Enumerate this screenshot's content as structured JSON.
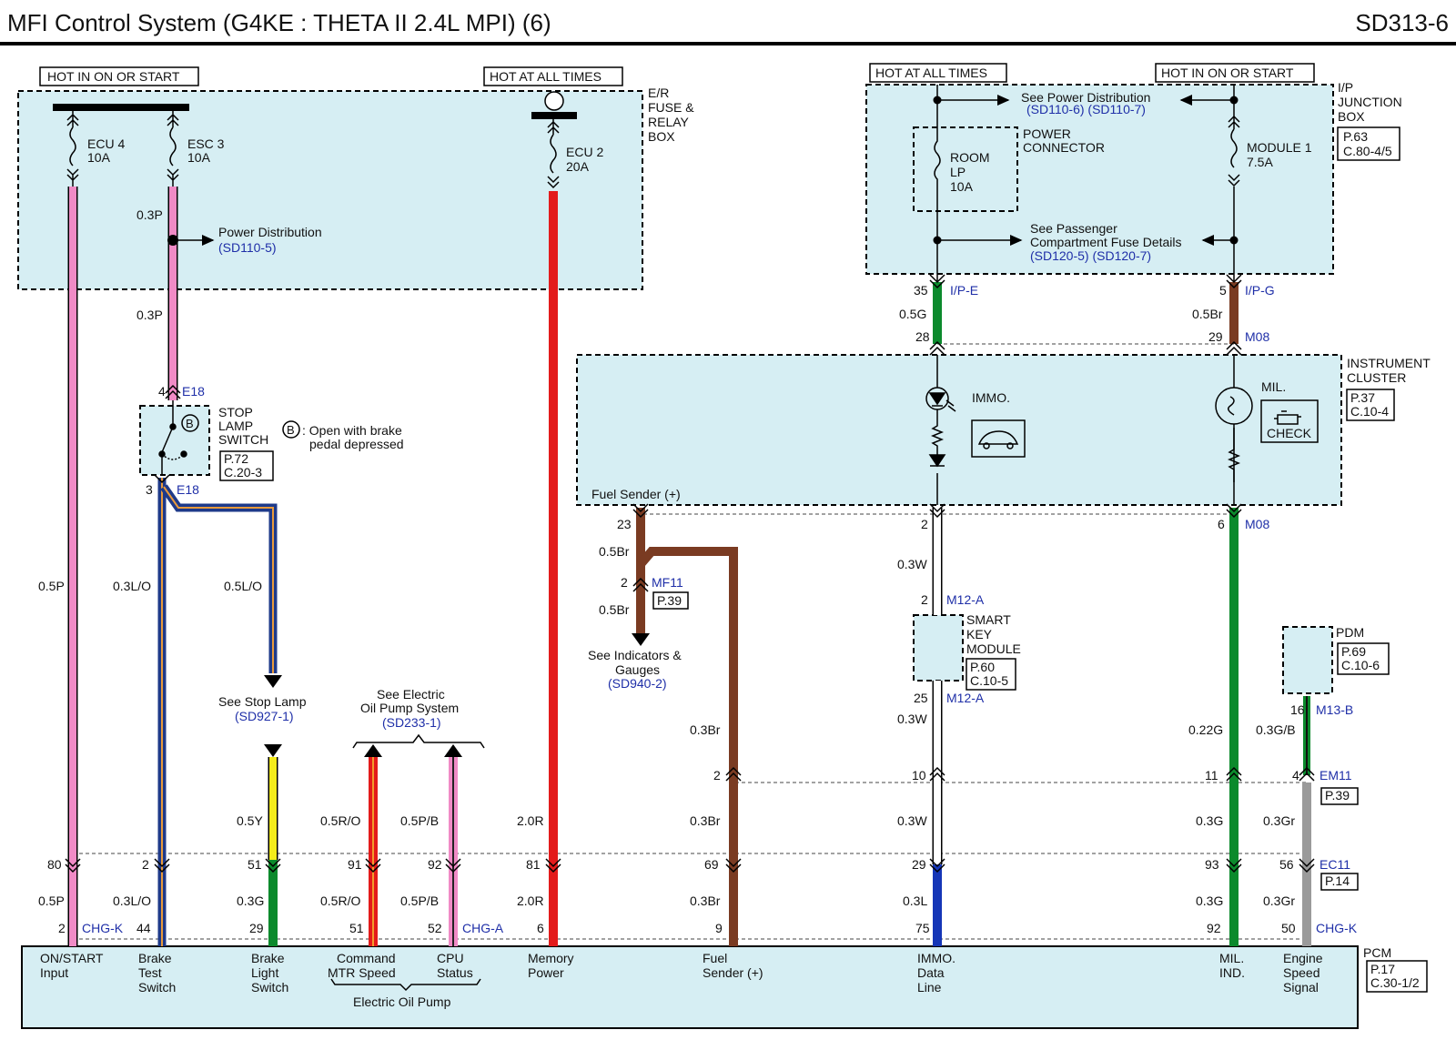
{
  "header": {
    "title": "MFI Control System (G4KE : THETA II 2.4L MPI) (6)",
    "code": "SD313-6"
  },
  "hot": {
    "left": "HOT IN ON OR START",
    "mid": "HOT AT ALL TIMES",
    "ip_left": "HOT AT ALL TIMES",
    "ip_right": "HOT IN ON OR START"
  },
  "er_box": {
    "l1": "E/R",
    "l2": "FUSE &",
    "l3": "RELAY",
    "l4": "BOX"
  },
  "fuses": {
    "ecu4_name": "ECU 4",
    "ecu4_rating": "10A",
    "esc3_name": "ESC 3",
    "esc3_rating": "10A",
    "ecu2_name": "ECU 2",
    "ecu2_rating": "20A",
    "room_l1": "ROOM",
    "room_l2": "LP",
    "room_l3": "10A",
    "mod_name": "MODULE 1",
    "mod_rating": "7.5A"
  },
  "ip_box": {
    "l1": "I/P",
    "l2": "JUNCTION",
    "l3": "BOX",
    "ref1": "P.63",
    "ref2": "C.80-4/5",
    "see_power": "See Power Distribution",
    "see_power_ref": "(SD110-6) (SD110-7)",
    "power_conn_1": "POWER",
    "power_conn_2": "CONNECTOR",
    "see_pass_1": "See Passenger",
    "see_pass_2": "Compartment Fuse Details",
    "see_pass_ref": "(SD120-5) (SD120-7)"
  },
  "power_dist": {
    "label": "Power Distribution",
    "ref": "(SD110-5)"
  },
  "stop_switch": {
    "l1": "STOP",
    "l2": "LAMP",
    "l3": "SWITCH",
    "ref1": "P.72",
    "ref2": "C.20-3",
    "b_symbol": "B",
    "note1": ": Open with brake",
    "note2": "pedal depressed"
  },
  "cluster": {
    "l1": "INSTRUMENT",
    "l2": "CLUSTER",
    "ref1": "P.37",
    "ref2": "C.10-4",
    "immo": "IMMO.",
    "mil": "MIL.",
    "check": "CHECK",
    "fuel_sender": "Fuel Sender (+)"
  },
  "smart_key": {
    "l1": "SMART",
    "l2": "KEY",
    "l3": "MODULE",
    "ref1": "P.60",
    "ref2": "C.10-5"
  },
  "pdm": {
    "name": "PDM",
    "ref1": "P.69",
    "ref2": "C.10-6"
  },
  "see": {
    "stop_1": "See Stop Lamp",
    "stop_ref": "(SD927-1)",
    "eop_1": "See Electric",
    "eop_2": "Oil Pump System",
    "eop_ref": "(SD233-1)",
    "ind_1": "See Indicators &",
    "ind_2": "Gauges",
    "ind_ref": "(SD940-2)"
  },
  "wires": {
    "p05": "0.5P",
    "p03": "0.3P",
    "lo03": "0.3L/O",
    "lo05": "0.5L/O",
    "y05": "0.5Y",
    "g03": "0.3G",
    "ro05": "0.5R/O",
    "pb05": "0.5P/B",
    "r20": "2.0R",
    "br05": "0.5Br",
    "br03": "0.3Br",
    "w03": "0.3W",
    "l03": "0.3L",
    "g05": "0.5G",
    "g022": "0.22G",
    "gb03": "0.3G/B",
    "gr03": "0.3Gr"
  },
  "conn": {
    "e18": "E18",
    "mf11": "MF11",
    "mf11_ref": "P.39",
    "ipe": "I/P-E",
    "ipg": "I/P-G",
    "m08": "M08",
    "m12a": "M12-A",
    "m13b": "M13-B",
    "em11": "EM11",
    "em11_ref": "P.39",
    "ec11": "EC11",
    "ec11_ref": "P.14",
    "chgk": "CHG-K",
    "chga": "CHG-A"
  },
  "pins": {
    "p4": "4",
    "p3": "3",
    "p80": "80",
    "p2": "2",
    "p51": "51",
    "p91": "91",
    "p92": "92",
    "p81": "81",
    "p69": "69",
    "p29": "29",
    "p93": "93",
    "p56": "56",
    "p44": "44",
    "p52": "52",
    "p6": "6",
    "p9": "9",
    "p75": "75",
    "p92b": "92",
    "p50": "50",
    "p23": "23",
    "p35": "35",
    "p28": "28",
    "p5": "5",
    "p10": "10",
    "p11": "11",
    "p25": "25",
    "p16": "16"
  },
  "pcm": {
    "name": "PCM",
    "ref1": "P.17",
    "ref2": "C.30-1/2",
    "onstart_1": "ON/START",
    "onstart_2": "Input",
    "brake_1": "Brake",
    "brake_2": "Test",
    "brake_3": "Switch",
    "blight_1": "Brake",
    "blight_2": "Light",
    "blight_3": "Switch",
    "cmd_1": "Command",
    "cmd_2": "MTR Speed",
    "cpu_1": "CPU",
    "cpu_2": "Status",
    "eop": "Electric Oil Pump",
    "mem_1": "Memory",
    "mem_2": "Power",
    "fuel_1": "Fuel",
    "fuel_2": "Sender (+)",
    "immo_1": "IMMO.",
    "immo_2": "Data",
    "immo_3": "Line",
    "mil_1": "MIL.",
    "mil_2": "IND.",
    "eng_1": "Engine",
    "eng_2": "Speed",
    "eng_3": "Signal"
  }
}
